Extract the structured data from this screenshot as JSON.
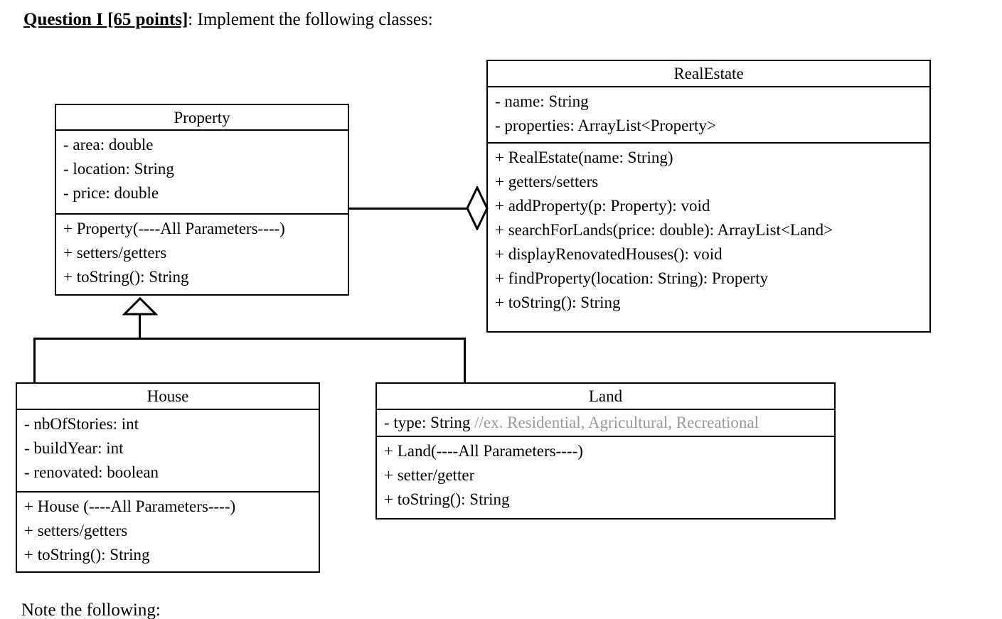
{
  "header": {
    "question_label": "Question I [65 points]",
    "question_text": ": Implement the following classes:"
  },
  "footer": {
    "note": "Note the following:"
  },
  "colors": {
    "line": "#000000",
    "comment": "#9a9a9a",
    "background": "#ffffff"
  },
  "diagram": {
    "type": "uml-class-diagram",
    "classes": [
      {
        "id": "property",
        "name": "Property",
        "attributes": [
          "- area: double",
          "- location: String",
          "- price: double"
        ],
        "methods": [
          "+ Property(----All Parameters----)",
          "+ setters/getters",
          "+ toString(): String"
        ]
      },
      {
        "id": "realestate",
        "name": "RealEstate",
        "attributes": [
          "- name: String",
          "- properties: ArrayList<Property>"
        ],
        "methods": [
          "+ RealEstate(name: String)",
          "+ getters/setters",
          "+ addProperty(p: Property): void",
          "+ searchForLands(price: double): ArrayList<Land>",
          "+ displayRenovatedHouses(): void",
          "+ findProperty(location: String): Property",
          "+ toString(): String"
        ]
      },
      {
        "id": "house",
        "name": "House",
        "attributes": [
          "- nbOfStories: int",
          "- buildYear: int",
          "- renovated: boolean"
        ],
        "methods": [
          "+ House (----All Parameters----)",
          "+ setters/getters",
          "+ toString(): String"
        ]
      },
      {
        "id": "land",
        "name": "Land",
        "attributes": [
          "- type: String"
        ],
        "attribute_comment": "//ex. Residential, Agricultural, Recreational",
        "methods": [
          "+ Land(----All Parameters----)",
          "+ setter/getter",
          "+ toString(): String"
        ]
      }
    ],
    "relationships": [
      {
        "id": "aggregation",
        "kind": "aggregation",
        "from": "realestate",
        "to": "property",
        "marker": "hollow-diamond"
      },
      {
        "id": "inheritance-house",
        "kind": "generalization",
        "from": "house",
        "to": "property",
        "marker": "hollow-triangle"
      },
      {
        "id": "inheritance-land",
        "kind": "generalization",
        "from": "land",
        "to": "property",
        "marker": "hollow-triangle"
      }
    ]
  }
}
